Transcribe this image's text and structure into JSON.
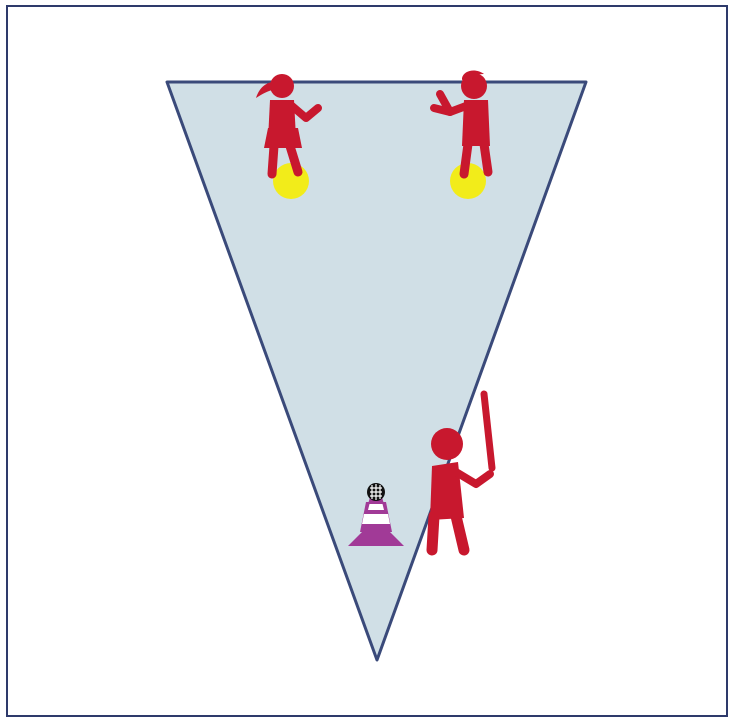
{
  "diagram": {
    "colors": {
      "frame": "#2e3a6b",
      "field_fill": "#d0dfe6",
      "field_stroke": "#3a4a7a",
      "player": "#c8182e",
      "base_marker": "#f2ec1a",
      "cone": "#a13a97",
      "cone_stripe": "#ffffff",
      "ball": "#111111"
    },
    "elements": [
      {
        "name": "triangle-field",
        "icon": "triangle-playing-area"
      },
      {
        "name": "fielder-girl",
        "icon": "girl-figure-icon"
      },
      {
        "name": "fielder-boy",
        "icon": "boy-figure-icon"
      },
      {
        "name": "base-marker-left",
        "icon": "yellow-spot-icon"
      },
      {
        "name": "base-marker-right",
        "icon": "yellow-spot-icon"
      },
      {
        "name": "batter",
        "icon": "batter-with-bat-icon"
      },
      {
        "name": "batting-cone",
        "icon": "traffic-cone-icon"
      },
      {
        "name": "ball",
        "icon": "ball-icon"
      }
    ]
  }
}
